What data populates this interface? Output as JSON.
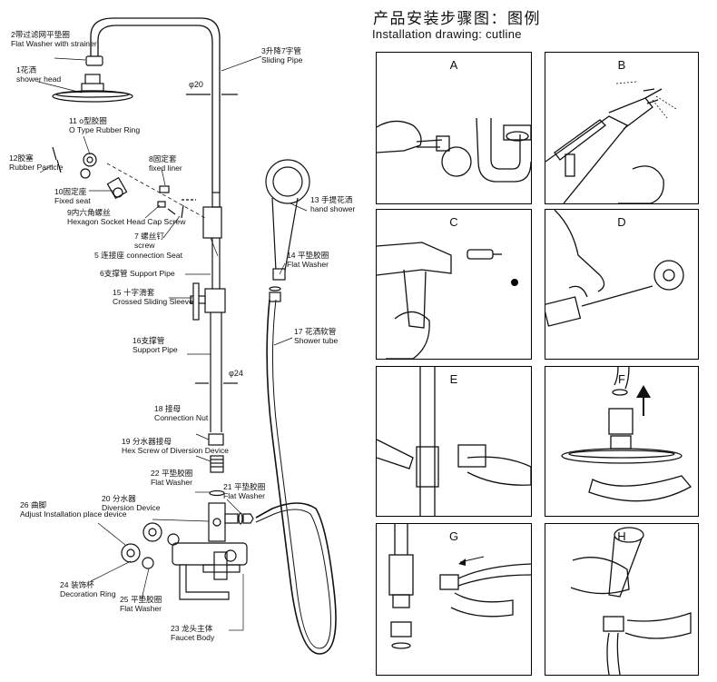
{
  "header": {
    "title_cn": "产品安装步骤图：图例",
    "title_en": "Installation drawing: cutline"
  },
  "parts": [
    {
      "cn": "2带过滤网平垫圈",
      "en": "Flat Washer with strainer"
    },
    {
      "cn": "1花洒",
      "en": "shower head"
    },
    {
      "cn": "3升降7字管",
      "en": "Sliding Pipe"
    },
    {
      "cn": "11 o型胶圈",
      "en": "O Type Rubber Ring"
    },
    {
      "cn": "12胶塞",
      "en": "Rubber Particle"
    },
    {
      "cn": "8固定套",
      "en": "fixed liner"
    },
    {
      "cn": "10固定座",
      "en": "Fixed seat"
    },
    {
      "cn": "9内六角螺丝",
      "en": "Hexagon Socket Head Cap Screw"
    },
    {
      "cn": "7 螺丝钉",
      "en": "screw"
    },
    {
      "cn": "5 连接座",
      "en": "connection Seat"
    },
    {
      "cn": "6支撑管",
      "en": "Support Pipe"
    },
    {
      "cn": "15 十字滑套",
      "en": "Crossed Sliding Sleeve"
    },
    {
      "cn": "16支撑管",
      "en": "Support Pipe"
    },
    {
      "cn": "13 手提花洒",
      "en": "hand shower"
    },
    {
      "cn": "14 平垫胶圈",
      "en": "Flat Washer"
    },
    {
      "cn": "17 花洒软管",
      "en": "Shower tube"
    },
    {
      "cn": "18 接母",
      "en": "Connection Nut"
    },
    {
      "cn": "19 分水器接母",
      "en": "Hex Screw of Diversion Device"
    },
    {
      "cn": "22 平垫胶圈",
      "en": "Flat Washer"
    },
    {
      "cn": "21 平垫胶圈",
      "en": "Flat Washer"
    },
    {
      "cn": "20 分水器",
      "en": "Diversion Device"
    },
    {
      "cn": "26 曲脚",
      "en": "Adjust Installation place device"
    },
    {
      "cn": "24 装饰杯",
      "en": "Decoration Ring"
    },
    {
      "cn": "25 平垫胶圈",
      "en": "Flat Washer"
    },
    {
      "cn": "23 龙头主体",
      "en": "Faucet Body"
    }
  ],
  "dimensions": {
    "d1": "φ20",
    "d2": "φ24"
  },
  "steps": [
    "A",
    "B",
    "C",
    "D",
    "E",
    "F",
    "G",
    "H"
  ]
}
